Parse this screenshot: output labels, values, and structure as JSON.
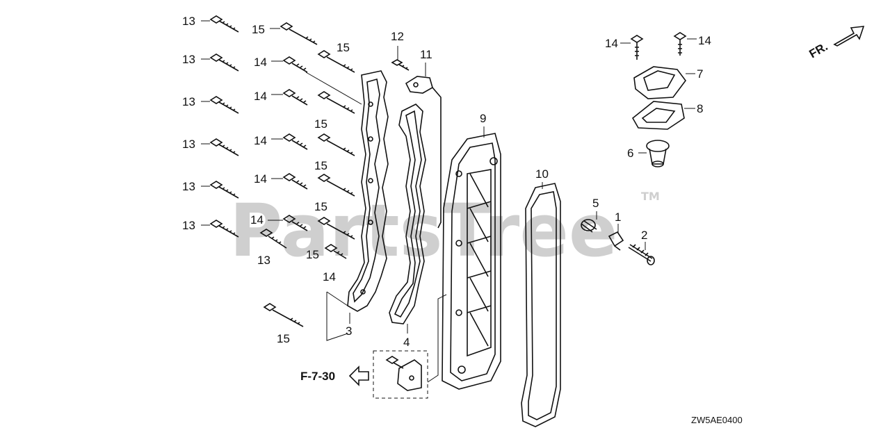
{
  "watermark": {
    "text": "PartsTree",
    "tm": "TM"
  },
  "direction_indicator": {
    "label": "FR."
  },
  "reference": {
    "label": "F-7-30"
  },
  "diagram_code": "ZW5AE0400",
  "callouts": {
    "c1": "1",
    "c2": "2",
    "c3": "3",
    "c4": "4",
    "c5": "5",
    "c6": "6",
    "c7": "7",
    "c8": "8",
    "c9": "9",
    "c10": "10",
    "c11": "11",
    "c12": "12",
    "c13": "13",
    "c14": "14",
    "c15": "15"
  },
  "colors": {
    "line": "#111111",
    "watermark": "#cfcfcf",
    "background": "#ffffff"
  }
}
